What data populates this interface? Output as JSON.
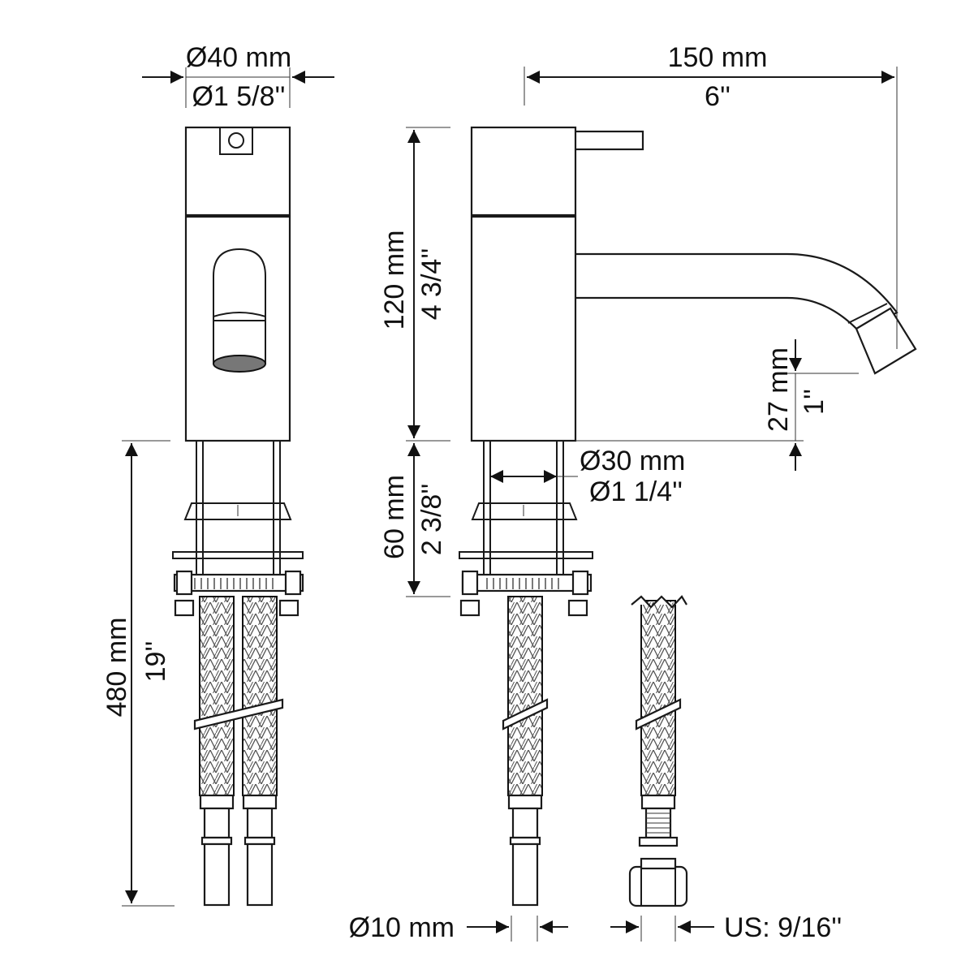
{
  "dimensions": {
    "top_diameter_mm": "Ø40 mm",
    "top_diameter_in": "Ø1 5/8''",
    "reach_mm": "150 mm",
    "reach_in": "6''",
    "height_mm": "120 mm",
    "height_in": "4 3/4''",
    "spout_height_mm": "27 mm",
    "spout_height_in": "1''",
    "shank_diameter_mm": "Ø30 mm",
    "shank_diameter_in": "Ø1 1/4''",
    "shank_length_mm": "60 mm",
    "shank_length_in": "2 3/8''",
    "hose_length_mm": "480 mm",
    "hose_length_in": "19''",
    "pipe_diameter_mm": "Ø10 mm",
    "thread_size": "US: 9/16''"
  }
}
